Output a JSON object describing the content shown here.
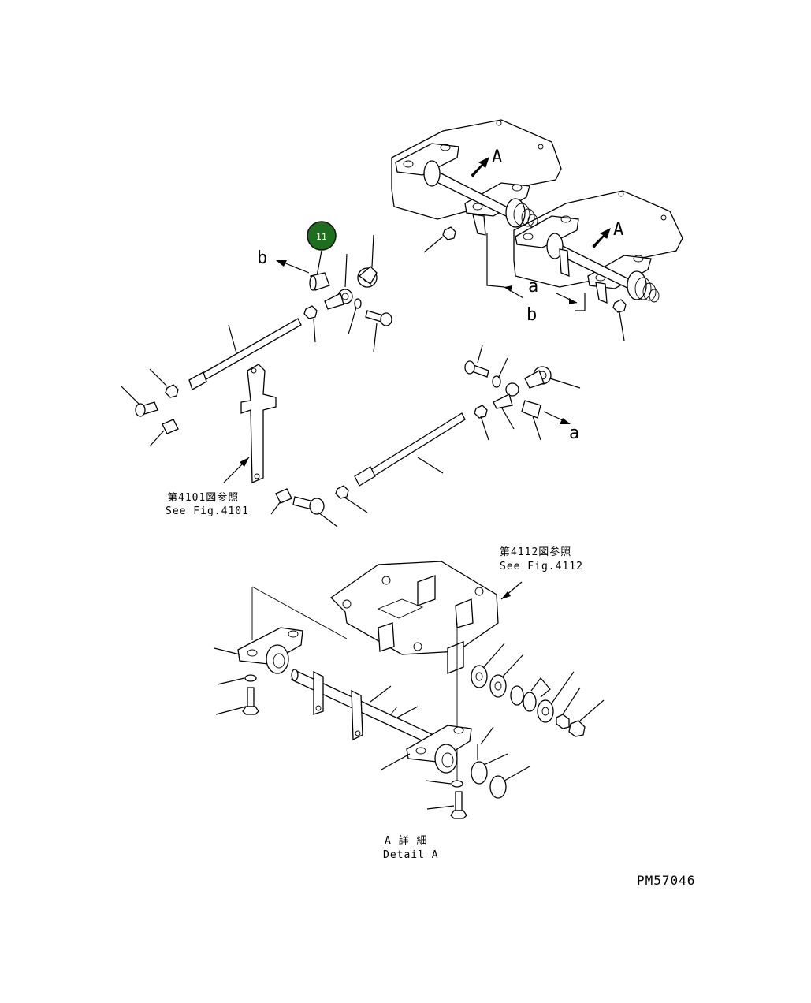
{
  "callout": {
    "number": "11",
    "color": "#1f6e1f"
  },
  "labels": {
    "a": "a",
    "b": "b",
    "A": "A",
    "fig4101_jp": "第4101図参照",
    "fig4101_en": "See Fig.4101",
    "fig4112_jp": "第4112図参照",
    "fig4112_en": "See Fig.4112",
    "detail_jp": "A 詳 細",
    "detail_en": "Detail A",
    "drawing_no": "PM57046"
  }
}
